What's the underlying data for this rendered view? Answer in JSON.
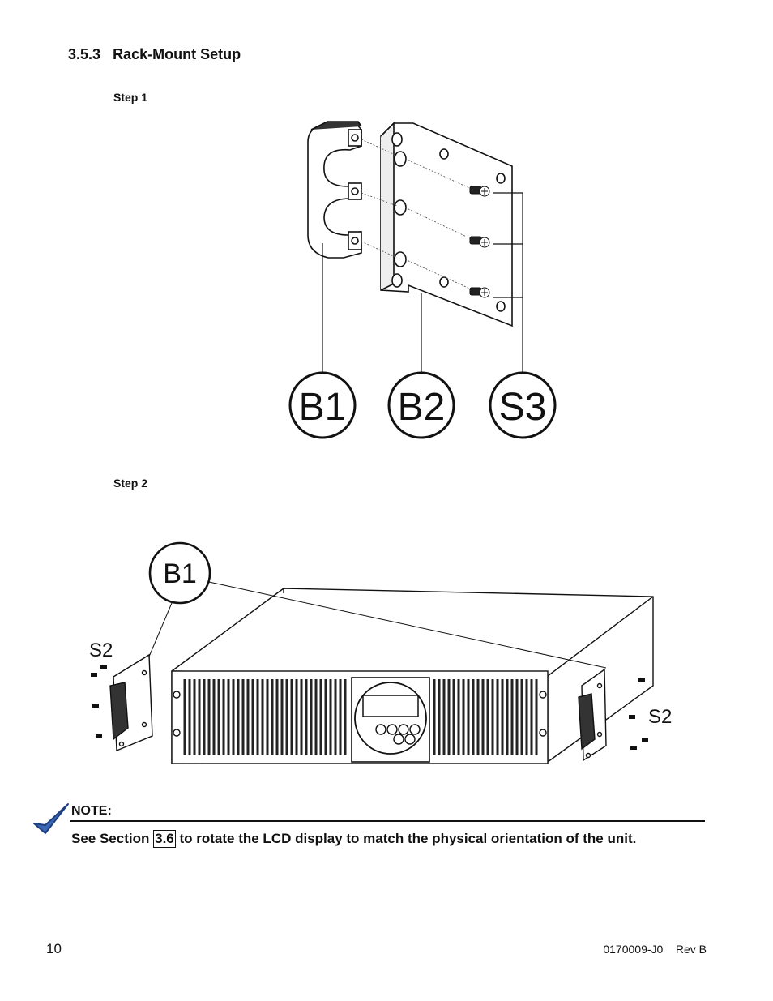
{
  "section": {
    "number": "3.5.3",
    "title": "Rack-Mount Setup"
  },
  "steps": {
    "step1": "Step 1",
    "step2": "Step 2"
  },
  "figure1": {
    "labels": [
      "B1",
      "B2",
      "S3"
    ]
  },
  "figure2": {
    "bracket_label": "B1",
    "screw_left": "S2",
    "screw_right": "S2"
  },
  "note": {
    "label": "NOTE:",
    "text_before": "See Section",
    "link": "3.6",
    "text_after": "to rotate the LCD display to match the physical orientation of the unit."
  },
  "footer": {
    "page_number": "10",
    "doc_number": "0170009-J0",
    "revision": "Rev B"
  }
}
